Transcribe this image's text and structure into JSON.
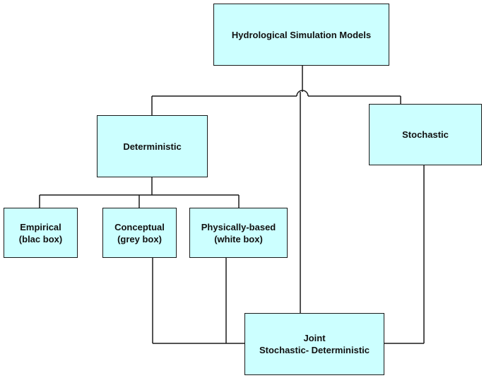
{
  "nodes": {
    "root": {
      "line1": "Hydrological Simulation Models"
    },
    "deterministic": {
      "line1": "Deterministic"
    },
    "stochastic": {
      "line1": "Stochastic"
    },
    "empirical": {
      "line1": "Empirical",
      "line2": "(blac box)"
    },
    "conceptual": {
      "line1": "Conceptual",
      "line2": "(grey box)"
    },
    "physical": {
      "line1": "Physically-based",
      "line2": "(white box)"
    },
    "joint": {
      "line1": "Joint",
      "line2": "Stochastic- Deterministic"
    }
  },
  "colors": {
    "box_fill": "#ccffff",
    "stroke": "#1a1a1a"
  }
}
